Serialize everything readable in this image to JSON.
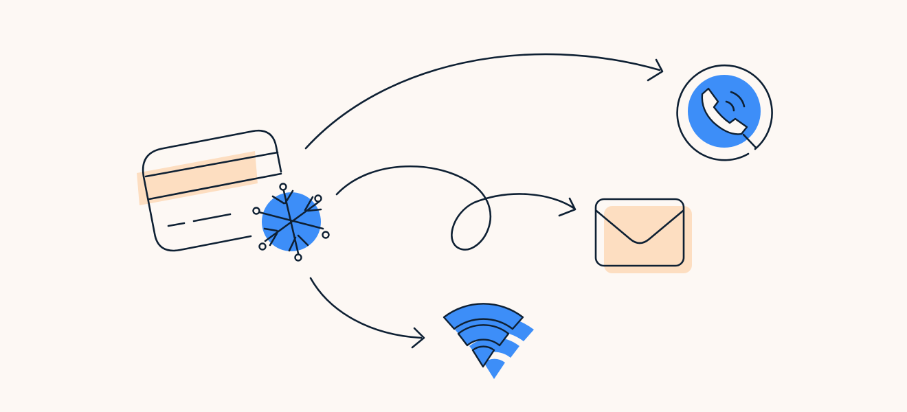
{
  "colors": {
    "background": "#fdf8f4",
    "ink": "#0e2033",
    "blue": "#3d8ef8",
    "peach": "#fddec1"
  },
  "icons": [
    "credit-card-icon",
    "snowflake-icon",
    "phone-icon",
    "envelope-icon",
    "wifi-icon"
  ],
  "connections": [
    {
      "from": "credit-card-icon",
      "to": "phone-icon",
      "style": "arc"
    },
    {
      "from": "snowflake-icon",
      "to": "envelope-icon",
      "style": "loop"
    },
    {
      "from": "snowflake-icon",
      "to": "wifi-icon",
      "style": "arc"
    }
  ]
}
